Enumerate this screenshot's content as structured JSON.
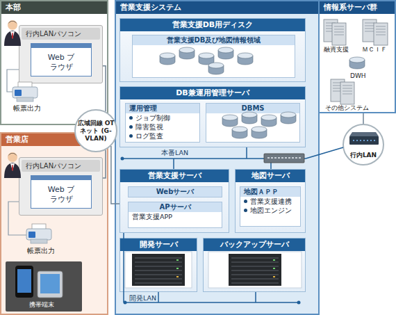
{
  "diagram": {
    "nodes": [
      {
        "text": [
          "本部"
        ]
      },
      {
        "text": [
          "行内LANパソコン"
        ],
        "in": 0
      },
      {
        "text": [
          "Web ブラウザ"
        ],
        "in": 1
      },
      {
        "text": [
          "営業店"
        ]
      },
      {
        "text": [
          "行内LANパソコン"
        ],
        "in": 3
      },
      {
        "text": [
          "Web ブラウザ"
        ],
        "in": 4
      },
      {
        "text": [
          "広域回線 OTネット (G-VLAN)"
        ]
      },
      {
        "text": [
          "営業支援システム"
        ]
      },
      {
        "text": [
          "営業支援DB用ディスク"
        ],
        "in": 7
      },
      {
        "text": [
          "営業支援DB及び地図情報領域"
        ],
        "in": 8
      },
      {
        "text": [
          "DB兼運用管理サーバ"
        ],
        "in": 7
      },
      {
        "text": [
          "運用管理",
          "ジョブ制御",
          "障害監視",
          "ログ監査"
        ],
        "in": 10
      },
      {
        "text": [
          "DBMS"
        ],
        "in": 10
      },
      {
        "text": [
          "営業支援サーバ"
        ],
        "in": 7
      },
      {
        "text": [
          "Webサーバ"
        ],
        "in": 13
      },
      {
        "text": [
          "APサーバ",
          "営業支援APP"
        ],
        "in": 13
      },
      {
        "text": [
          "地図サーバ"
        ],
        "in": 7
      },
      {
        "text": [
          "地図ＡＰＰ",
          "営業支援連携",
          "地図エンジン"
        ],
        "in": 16
      },
      {
        "text": [
          "開発サーバ"
        ],
        "in": 7
      },
      {
        "text": [
          "バックアップサーバ"
        ],
        "in": 7
      },
      {
        "text": [
          "情報系サーバ群"
        ]
      },
      {
        "text": [
          "行内LAN"
        ]
      }
    ],
    "edges": [
      {
        "from": 1,
        "to": 6,
        "arrow": "none"
      },
      {
        "from": 4,
        "to": 6,
        "arrow": "none"
      },
      {
        "from": 6,
        "to": 13,
        "arrow": "none"
      },
      {
        "from": 21,
        "to": 20,
        "arrow": "none"
      }
    ],
    "labels": [
      "帳票出力",
      "帳票出力",
      "携帯端末",
      "本番LAN",
      "開発LAN",
      "融資支援",
      "ＭＣＩＦ",
      "DWH",
      "その他システム"
    ]
  }
}
